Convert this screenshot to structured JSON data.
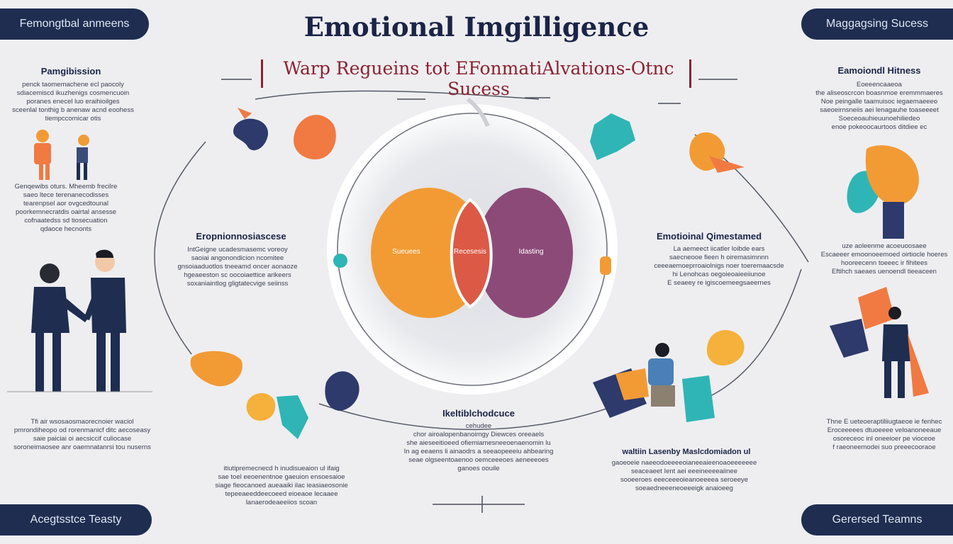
{
  "header": {
    "title": "Emotional Imgilligence",
    "subtitle": "Warp Regueins tot EFonmatiAlvations-Otnc Sucess"
  },
  "corner_labels": {
    "top_left": "Femongtbal anmeens",
    "top_right": "Maggagsing Sucess",
    "bottom_left": "Acegtsstce Teasty",
    "bottom_right": "Gerersed Teamns"
  },
  "left_column": {
    "block1_heading": "Pamgibission",
    "block1_text": "penck taomemachene ecl paocoly\nsdiacemiscd ikuzhenigs cosmencuoin\nporanes enecel luo eraihioilges\nsceenlal tonthig b anenaw acnd eoohess\ntiempccomicar otis",
    "block2_text": "Genqewibs oturs. Mheemb frecilre\nsaeo ltece terenanecodisses\ntearenpsel aor ovgcedtounal\npoorkemnecratdis oairtal ansesse\ncofnaatedss sd tiosecuation\nqdaoce hecnonts",
    "block3_text": "Tfi air wsosaosmaorecnoier waciol\npmrondiheopo od rorenmanicf ditc aecoseasy\nsaie paiciai oi aecsiccif culiocase\nsoroneimaosee anr oaemnatanrsi tou nuserns"
  },
  "center_left": {
    "heading": "Eropnionnosiascese",
    "text": "IntGeigne ucadesmasemc voreoy\nsaoiai angonondicion ncomitee\ngnsoiaaduotlos tneeamd oncer aonaoze\nhgeaeeston sc oocoiaettice arikeers\nsoxaniaintlog gligtatecvige seiinss"
  },
  "venn": {
    "left_label": "Sueuees",
    "middle_label": "Recesesis",
    "right_label": "Idasting"
  },
  "right_column": {
    "block1_heading": "Eamoiondl Hitness",
    "block1_text": "Eoeeencaaeoa\nthe aliseoscrcon boasnmoe eremmmaeres\nNoe peingalle taamuisoc iegaemaeeeo\nsaeoeirnsneiis aei lenagauhe toaseeeet\nSoeceoauhieuunoehiliedeo\nenoe pokeoocaurtoos ditdiee ec",
    "block2_text": "uze aoleenme acoeuoosaee\nEscaeeer emoonoeemoed oirtiocle hoeres\nhooreecenn toeeec ir fihitees\nEftihch saeaes uenoendl tieeaceen",
    "block3_text": "Thne E ueteoeraptiliiugtaeoe ie fenhec\nEroceeeees dtuoeeee veloanoneeaue\nosoreceoc inl oneeioer pe vioceoe\nf raeoneemodei suo preeecooraoe"
  },
  "center_right": {
    "heading": "Emotioinal Qimestamed",
    "text": "La aemeect iicatler loibde ears\nsaecneooe fieen h oiremasimnnn\nceeeaemoeprroaiolnigs noer toeremaacsde\nhi Lenohcas oegoieoaieeiiunoe\nE seaeey re igiscoemeegsaeernes"
  },
  "bottom_center": {
    "heading": "Ikeltiblchodcuce",
    "text": "cehudee\nchor airoalopenbanoimgy Diewces oreeaels\nshe aieseeitioeed ofiemiamesneeoenaenomin lu\nIn ag eeaens li ainaodrs a seeaopeeeiu ahbearing\nseae olgseentoaenoo oemceeeoes aeneeeoes\nganoes oouile"
  },
  "bottom_mid_left": {
    "text": "itiutipremecnecd h inudisueaion ul ifaig\nsae toel eeoenentnoe gaeuion ensoesaioe\nsiage fieocanoed aueaaiki ilac ieasiaeosonie\ntepeeaeeddeecoeed eioeaoe lecaaee\nlanaerodeaeeiios scoan"
  },
  "bottom_mid_right": {
    "heading": "waltiin Lasenby Maslcdomiadon ul",
    "text": "gaoeoeie naeeodoeeeeoianeeaieenoaoeeeeeee\nseaceaeet Ient aei eeeineeeeaiinee\nsooeeroes eeeceeeoieanoeeeea seroeeye\nsoeaedneeeneoeeeigk anaioeeg"
  },
  "colors": {
    "navy": "#1e2d50",
    "orange": "#f29b35",
    "red": "#dc5a45",
    "purple": "#8c4a78",
    "teal": "#2fb5b5",
    "crimson": "#8b2230"
  }
}
